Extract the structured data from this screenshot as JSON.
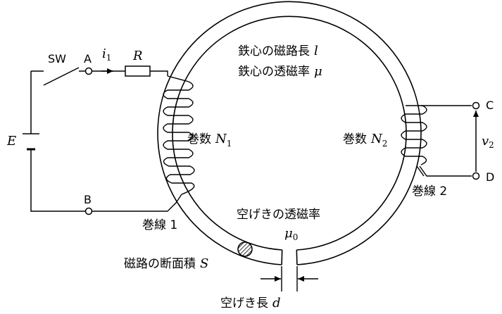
{
  "labels": {
    "sw": "SW",
    "a": "A",
    "b": "B",
    "c": "C",
    "d": "D",
    "e": "E",
    "i1_var": "i",
    "i1_sub": "1",
    "r": "R",
    "core_length": "鉄心の磁路長",
    "core_length_var": "l",
    "core_perm": "鉄心の透磁率",
    "core_perm_var": "μ",
    "turns1": "巻数",
    "turns1_var": "N",
    "turns1_sub": "1",
    "turns2": "巻数",
    "turns2_var": "N",
    "turns2_sub": "2",
    "v2_var": "v",
    "v2_sub": "2",
    "winding1": "巻線 1",
    "winding2": "巻線 2",
    "gap_perm": "空げきの透磁率",
    "mu0_var": "μ",
    "mu0_sub": "0",
    "cross_section": "磁路の断面積",
    "cross_section_var": "S",
    "gap_length": "空げき長",
    "gap_length_var": "d"
  }
}
